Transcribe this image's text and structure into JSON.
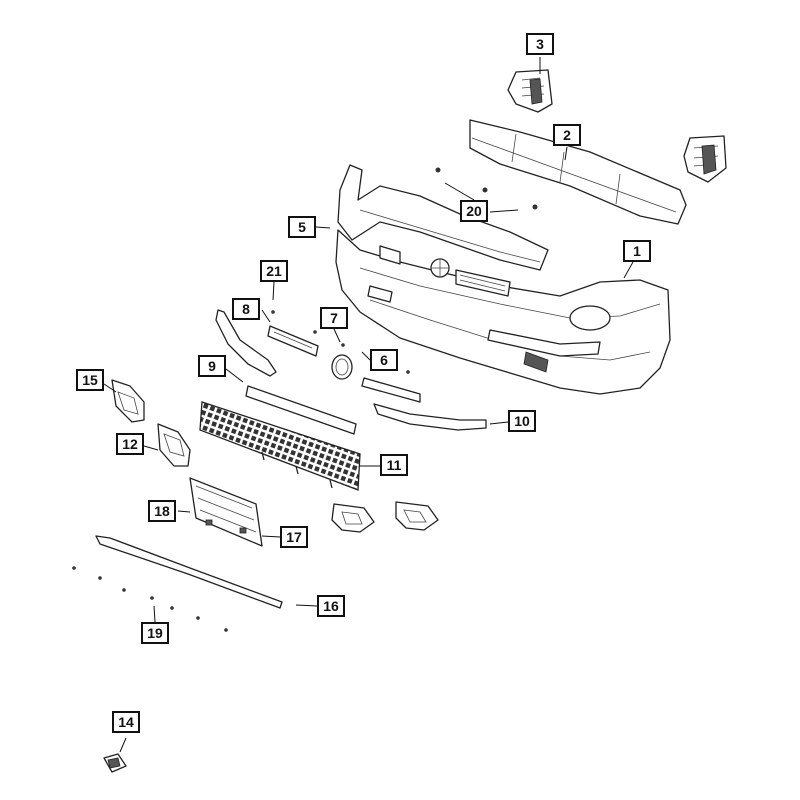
{
  "diagram": {
    "callouts": {
      "c1": "1",
      "c2": "2",
      "c3": "3",
      "c5": "5",
      "c6": "6",
      "c7": "7",
      "c8": "8",
      "c9": "9",
      "c10": "10",
      "c11": "11",
      "c12": "12",
      "c14": "14",
      "c15": "15",
      "c16": "16",
      "c17": "17",
      "c18": "18",
      "c19": "19",
      "c20": "20",
      "c21": "21"
    }
  }
}
